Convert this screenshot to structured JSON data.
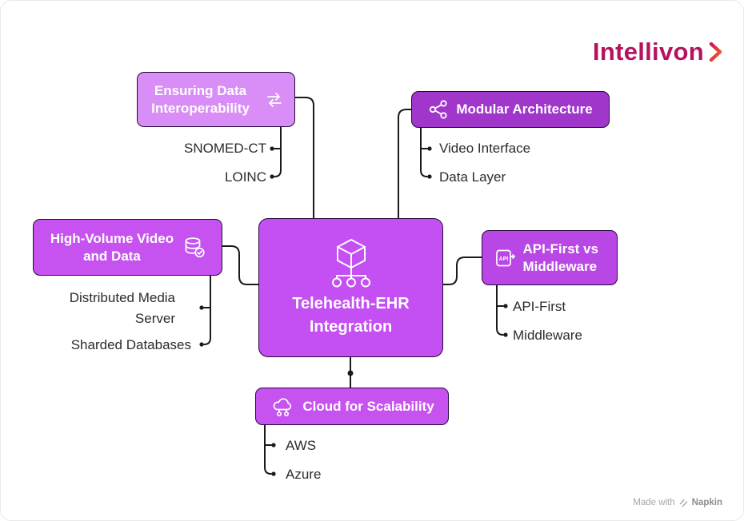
{
  "logo": {
    "text": "Intellivon"
  },
  "watermark": {
    "prefix": "Made with",
    "brand": "Napkin"
  },
  "center": {
    "title": "Telehealth-EHR Integration"
  },
  "branches": {
    "interoperability": {
      "label": "Ensuring Data Interoperability",
      "children": [
        "SNOMED-CT",
        "LOINC"
      ]
    },
    "modular": {
      "label": "Modular Architecture",
      "children": [
        "Video Interface",
        "Data Layer"
      ]
    },
    "high_volume": {
      "label": "High-Volume Video and Data",
      "children": [
        "Distributed Media Server",
        "Sharded Databases"
      ]
    },
    "api": {
      "label": "API-First vs Middleware",
      "children": [
        "API-First",
        "Middleware"
      ]
    },
    "cloud": {
      "label": "Cloud for Scalability",
      "children": [
        "AWS",
        "Azure"
      ]
    }
  },
  "icons": {
    "center_icon": "cube-hierarchy",
    "interoperability_icon": "data-exchange",
    "modular_icon": "share-nodes",
    "high_volume_icon": "database-check",
    "api_icon": "api-document",
    "cloud_icon": "cloud-network",
    "api_icon_text": "API",
    "logo_chevron_icon": "chevron-right"
  },
  "colors": {
    "center_bg": "#c44ff2",
    "interoperability_bg": "#d98df6",
    "modular_bg": "#a136cb",
    "high_volume_bg": "#c653f0",
    "api_bg": "#b847e6",
    "cloud_bg": "#c653f0",
    "box_border": "#240b38",
    "connector_line": "#1a1a1a",
    "child_text": "#2b2b2b",
    "logo_text": "#b5125f"
  }
}
